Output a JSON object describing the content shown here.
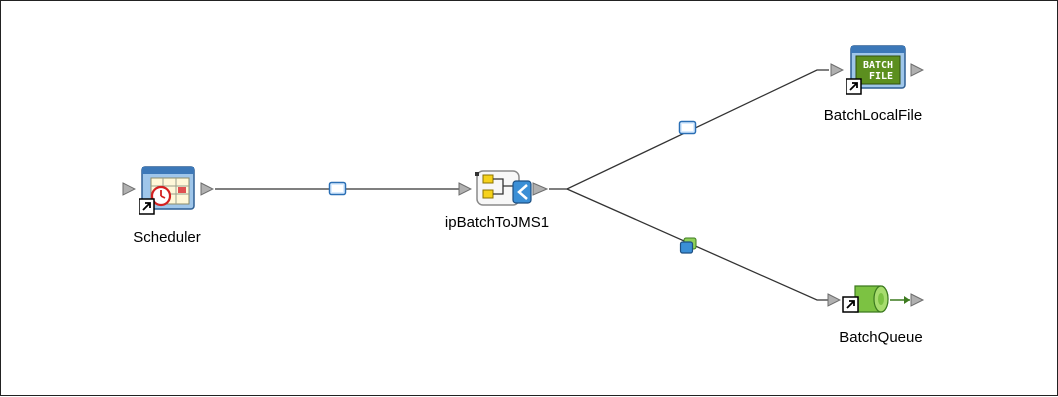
{
  "canvas": {
    "nodes": {
      "scheduler": {
        "label": "Scheduler",
        "icon": "scheduler-clock-icon"
      },
      "process": {
        "label": "ipBatchToJMS1",
        "icon": "process-flow-icon"
      },
      "batch_file": {
        "label": "BatchLocalFile",
        "icon": "batch-file-icon",
        "icon_text_1": "BATCH",
        "icon_text_2": "FILE"
      },
      "batch_queue": {
        "label": "BatchQueue",
        "icon": "queue-cylinder-icon"
      }
    },
    "links": [
      {
        "from": "scheduler",
        "to": "process",
        "marker": "message-link-icon"
      },
      {
        "from": "process",
        "to": "batch_file",
        "marker": "message-link-icon"
      },
      {
        "from": "process",
        "to": "batch_queue",
        "marker": "queue-link-icon"
      }
    ],
    "colors": {
      "wire": "#333333",
      "port": "#a8a8a8",
      "link_marker": "#3b8fd6",
      "queue_green": "#7cc242"
    }
  }
}
